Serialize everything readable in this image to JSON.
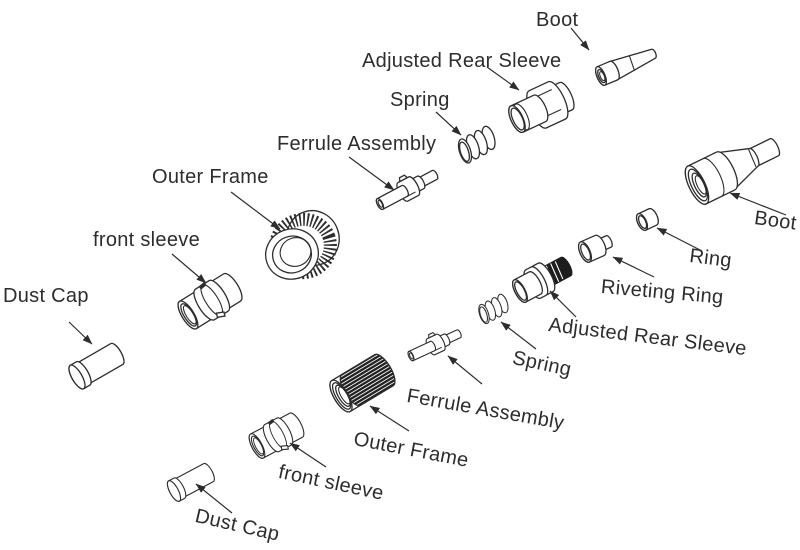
{
  "diagram": {
    "background": "#ffffff",
    "line_color": "#2d2d2d",
    "text_color": "#2d2d2d",
    "thread_black": "#1d1d1d"
  },
  "labels": {
    "top": {
      "dust_cap": "Dust Cap",
      "front_sleeve": "front sleeve",
      "outer_frame": "Outer Frame",
      "ferrule_assembly": "Ferrule Assembly",
      "spring": "Spring",
      "adjusted_rear_sleeve": "Adjusted Rear Sleeve",
      "boot": "Boot"
    },
    "bottom": {
      "dust_cap": "Dust Cap",
      "front_sleeve": "front sleeve",
      "outer_frame": "Outer Frame",
      "ferrule_assembly": "Ferrule Assembly",
      "spring": "Spring",
      "adjusted_rear_sleeve": "Adjusted Rear Sleeve",
      "riveting_ring": "Riveting Ring",
      "ring": "Ring",
      "boot": "Boot"
    }
  }
}
